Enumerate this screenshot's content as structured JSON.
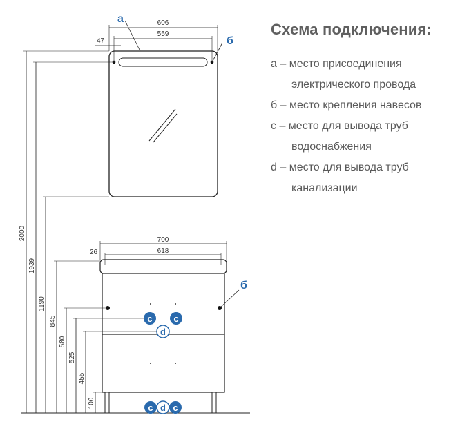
{
  "legend": {
    "title": "Схема подключения:",
    "items": [
      {
        "line1": "a – место присоединения",
        "line2": "электрического провода"
      },
      {
        "line1": "б – место крепления навесов",
        "line2": ""
      },
      {
        "line1": "c – место для вывода труб",
        "line2": "водоснабжения"
      },
      {
        "line1": "d – место для вывода труб",
        "line2": "канализации"
      }
    ]
  },
  "labels": {
    "a": "a",
    "b": "б",
    "c": "c",
    "d": "d"
  },
  "dimensions": {
    "mirror_width": "606",
    "mirror_hole_spacing": "559",
    "mirror_offset": "47",
    "cabinet_width": "700",
    "cabinet_inner": "618",
    "cabinet_offset": "26",
    "h_2000": "2000",
    "h_1939": "1939",
    "h_1190": "1190",
    "h_845": "845",
    "h_580": "580",
    "h_525": "525",
    "h_455": "455",
    "h_100": "100"
  },
  "colors": {
    "lines": "#222222",
    "badge": "#2a6aad",
    "legend_text": "#5a5a5a"
  }
}
